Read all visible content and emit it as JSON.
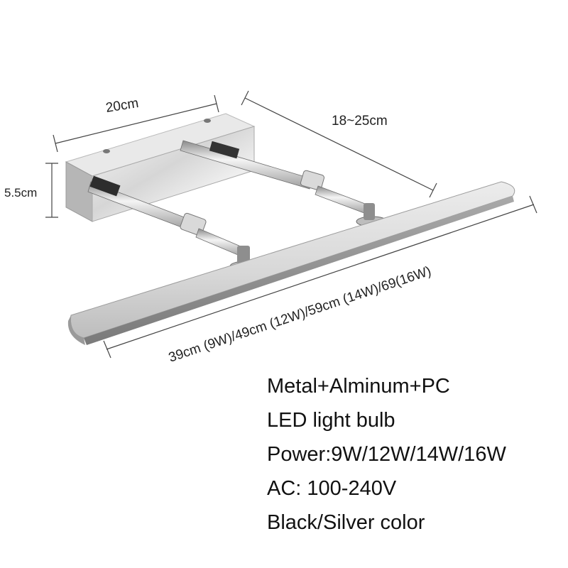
{
  "dimensions": {
    "mount_width": "20cm",
    "mount_height": "5.5cm",
    "arm_extension": "18~25cm",
    "lamp_length": "39cm (9W)/49cm (12W)/59cm (14W)/69(16W)"
  },
  "specs": [
    "Metal+Alminum+PC",
    "LED light bulb",
    "Power:9W/12W/14W/16W",
    "AC: 100-240V",
    "Black/Silver color"
  ],
  "colors": {
    "finish": "silver",
    "background": "#ffffff",
    "text": "#111111"
  }
}
